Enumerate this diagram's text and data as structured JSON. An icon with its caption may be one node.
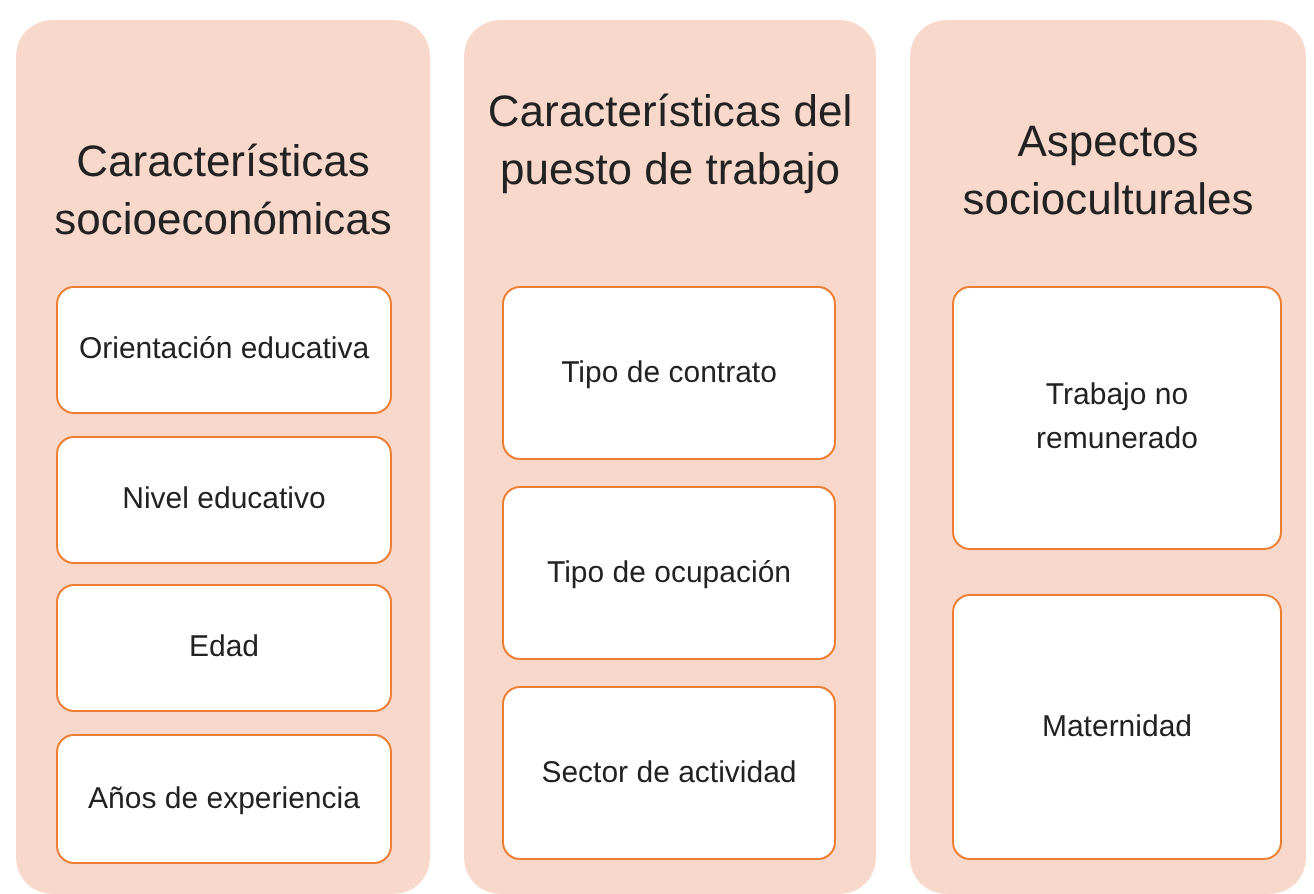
{
  "diagram": {
    "nodes": [
      {
        "text": [
          "Características socioeconómicas"
        ]
      },
      {
        "text": [
          "Orientación educativa"
        ],
        "in": 0
      },
      {
        "text": [
          "Nivel educativo"
        ],
        "in": 0
      },
      {
        "text": [
          "Edad"
        ],
        "in": 0
      },
      {
        "text": [
          "Años de experiencia"
        ],
        "in": 0
      },
      {
        "text": [
          "Características del puesto de trabajo"
        ]
      },
      {
        "text": [
          "Tipo de contrato"
        ],
        "in": 5
      },
      {
        "text": [
          "Tipo de ocupación"
        ],
        "in": 5
      },
      {
        "text": [
          "Sector de actividad"
        ],
        "in": 5
      },
      {
        "text": [
          "Aspectos socioculturales"
        ]
      },
      {
        "text": [
          "Trabajo no remunerado"
        ],
        "in": 9
      },
      {
        "text": [
          "Maternidad"
        ],
        "in": 9
      }
    ]
  }
}
